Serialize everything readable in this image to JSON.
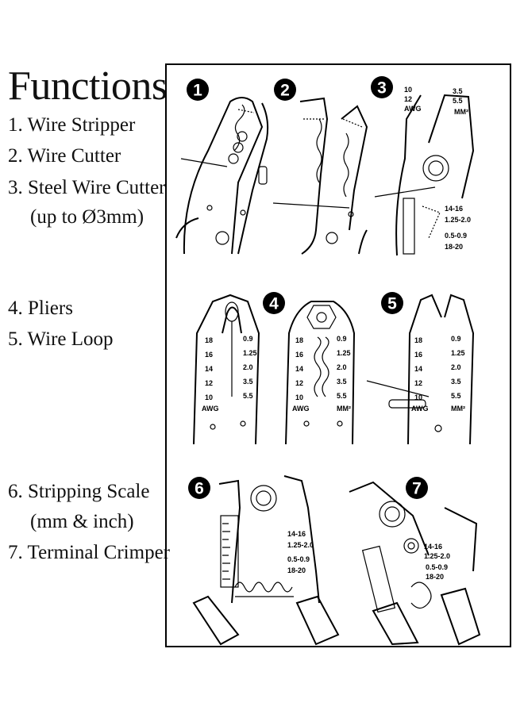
{
  "title": "Functions",
  "functions": [
    {
      "line": "1. Wire Stripper"
    },
    {
      "line": "2. Wire Cutter"
    },
    {
      "line": "3. Steel Wire Cutter"
    },
    {
      "line": "(up to Ø3mm)"
    },
    {
      "line": "4. Pliers"
    },
    {
      "line": "5. Wire Loop"
    },
    {
      "line": "6. Stripping Scale"
    },
    {
      "line": "(mm & inch)"
    },
    {
      "line": "7. Terminal Crimper"
    }
  ],
  "panels": {
    "badges": [
      "1",
      "2",
      "3",
      "4",
      "5",
      "6",
      "7"
    ],
    "awg": [
      "18",
      "16",
      "14",
      "12",
      "10"
    ],
    "awg_label": "AWG",
    "mm2": [
      "0.9",
      "1.25",
      "2.0",
      "3.5",
      "5.5"
    ],
    "mm2_label": "MM²",
    "crimp_sizes": [
      "14-16",
      "1.25-2.0",
      "0.5-0.9",
      "18-20"
    ],
    "p3_awg_top": [
      "10",
      "12"
    ],
    "p3_mm2_top": [
      "3.5",
      "5.5"
    ]
  }
}
